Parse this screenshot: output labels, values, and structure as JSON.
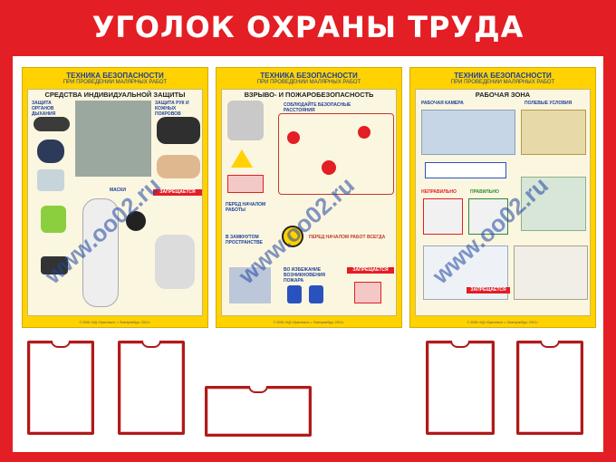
{
  "stand": {
    "title": "УГОЛОК ОХРАНЫ ТРУДА",
    "colors": {
      "frame": "#e31e24",
      "poster": "#ffd200",
      "pocket_border": "#b01a1a",
      "heading": "#1d3f9a"
    }
  },
  "posters": [
    {
      "header": "ТЕХНИКА БЕЗОПАСНОСТИ",
      "subheader": "ПРИ ПРОВЕДЕНИИ МАЛЯРНЫХ РАБОТ",
      "section": "СРЕДСТВА ИНДИВИДУАЛЬНОЙ ЗАЩИТЫ",
      "labels": [
        "ЗАЩИТА ОРГАНОВ ДЫХАНИЯ",
        "ЗАЩИТА РУК И КОЖНЫХ ПОКРОВОВ",
        "МАСКИ"
      ],
      "banned": "ЗАПРЕЩАЕТСЯ",
      "watermark": "www.oo02.ru",
      "footer": "© 2008 «НД «Оригинал», г. Екатеринбург, 2013 г."
    },
    {
      "header": "ТЕХНИКА БЕЗОПАСНОСТИ",
      "subheader": "ПРИ ПРОВЕДЕНИИ МАЛЯРНЫХ РАБОТ",
      "section": "ВЗРЫВО- И ПОЖАРОБЕЗОПАСНОСТЬ",
      "labels": [
        "СОБЛЮДАЙТЕ БЕЗОПАСНЫЕ РАССТОЯНИЯ",
        "ПЕРЕД НАЧАЛОМ РАБОТЫ",
        "В ЗАМКНУТОМ ПРОСТРАНСТВЕ",
        "ВО ИЗБЕЖАНИЕ ВОЗНИКНОВЕНИЯ ПОЖАРА",
        "ПЕРЕД НАЧАЛОМ РАБОТ ВСЕГДА"
      ],
      "banned": "ЗАПРЕЩАЕТСЯ",
      "watermark": "www.oo02.ru",
      "footer": "© 2008 «НД «Оригинал», г. Екатеринбург, 2013 г."
    },
    {
      "header": "ТЕХНИКА БЕЗОПАСНОСТИ",
      "subheader": "ПРИ ПРОВЕДЕНИИ МАЛЯРНЫХ РАБОТ",
      "section": "РАБОЧАЯ ЗОНА",
      "labels": [
        "РАБОЧАЯ КАМЕРА",
        "ПОЛЕВЫЕ УСЛОВИЯ",
        "НЕПРАВИЛЬНО",
        "ПРАВИЛЬНО"
      ],
      "banned": "ЗАПРЕЩАЕТСЯ",
      "watermark": "www.oo02.ru",
      "footer": "© 2008 «НД «Оригинал», г. Екатеринбург, 2013 г."
    }
  ],
  "pockets": [
    {
      "kind": "A4 portrait"
    },
    {
      "kind": "A4 portrait"
    },
    {
      "kind": "A4 landscape"
    },
    {
      "kind": "A4 portrait"
    },
    {
      "kind": "A4 portrait"
    }
  ]
}
